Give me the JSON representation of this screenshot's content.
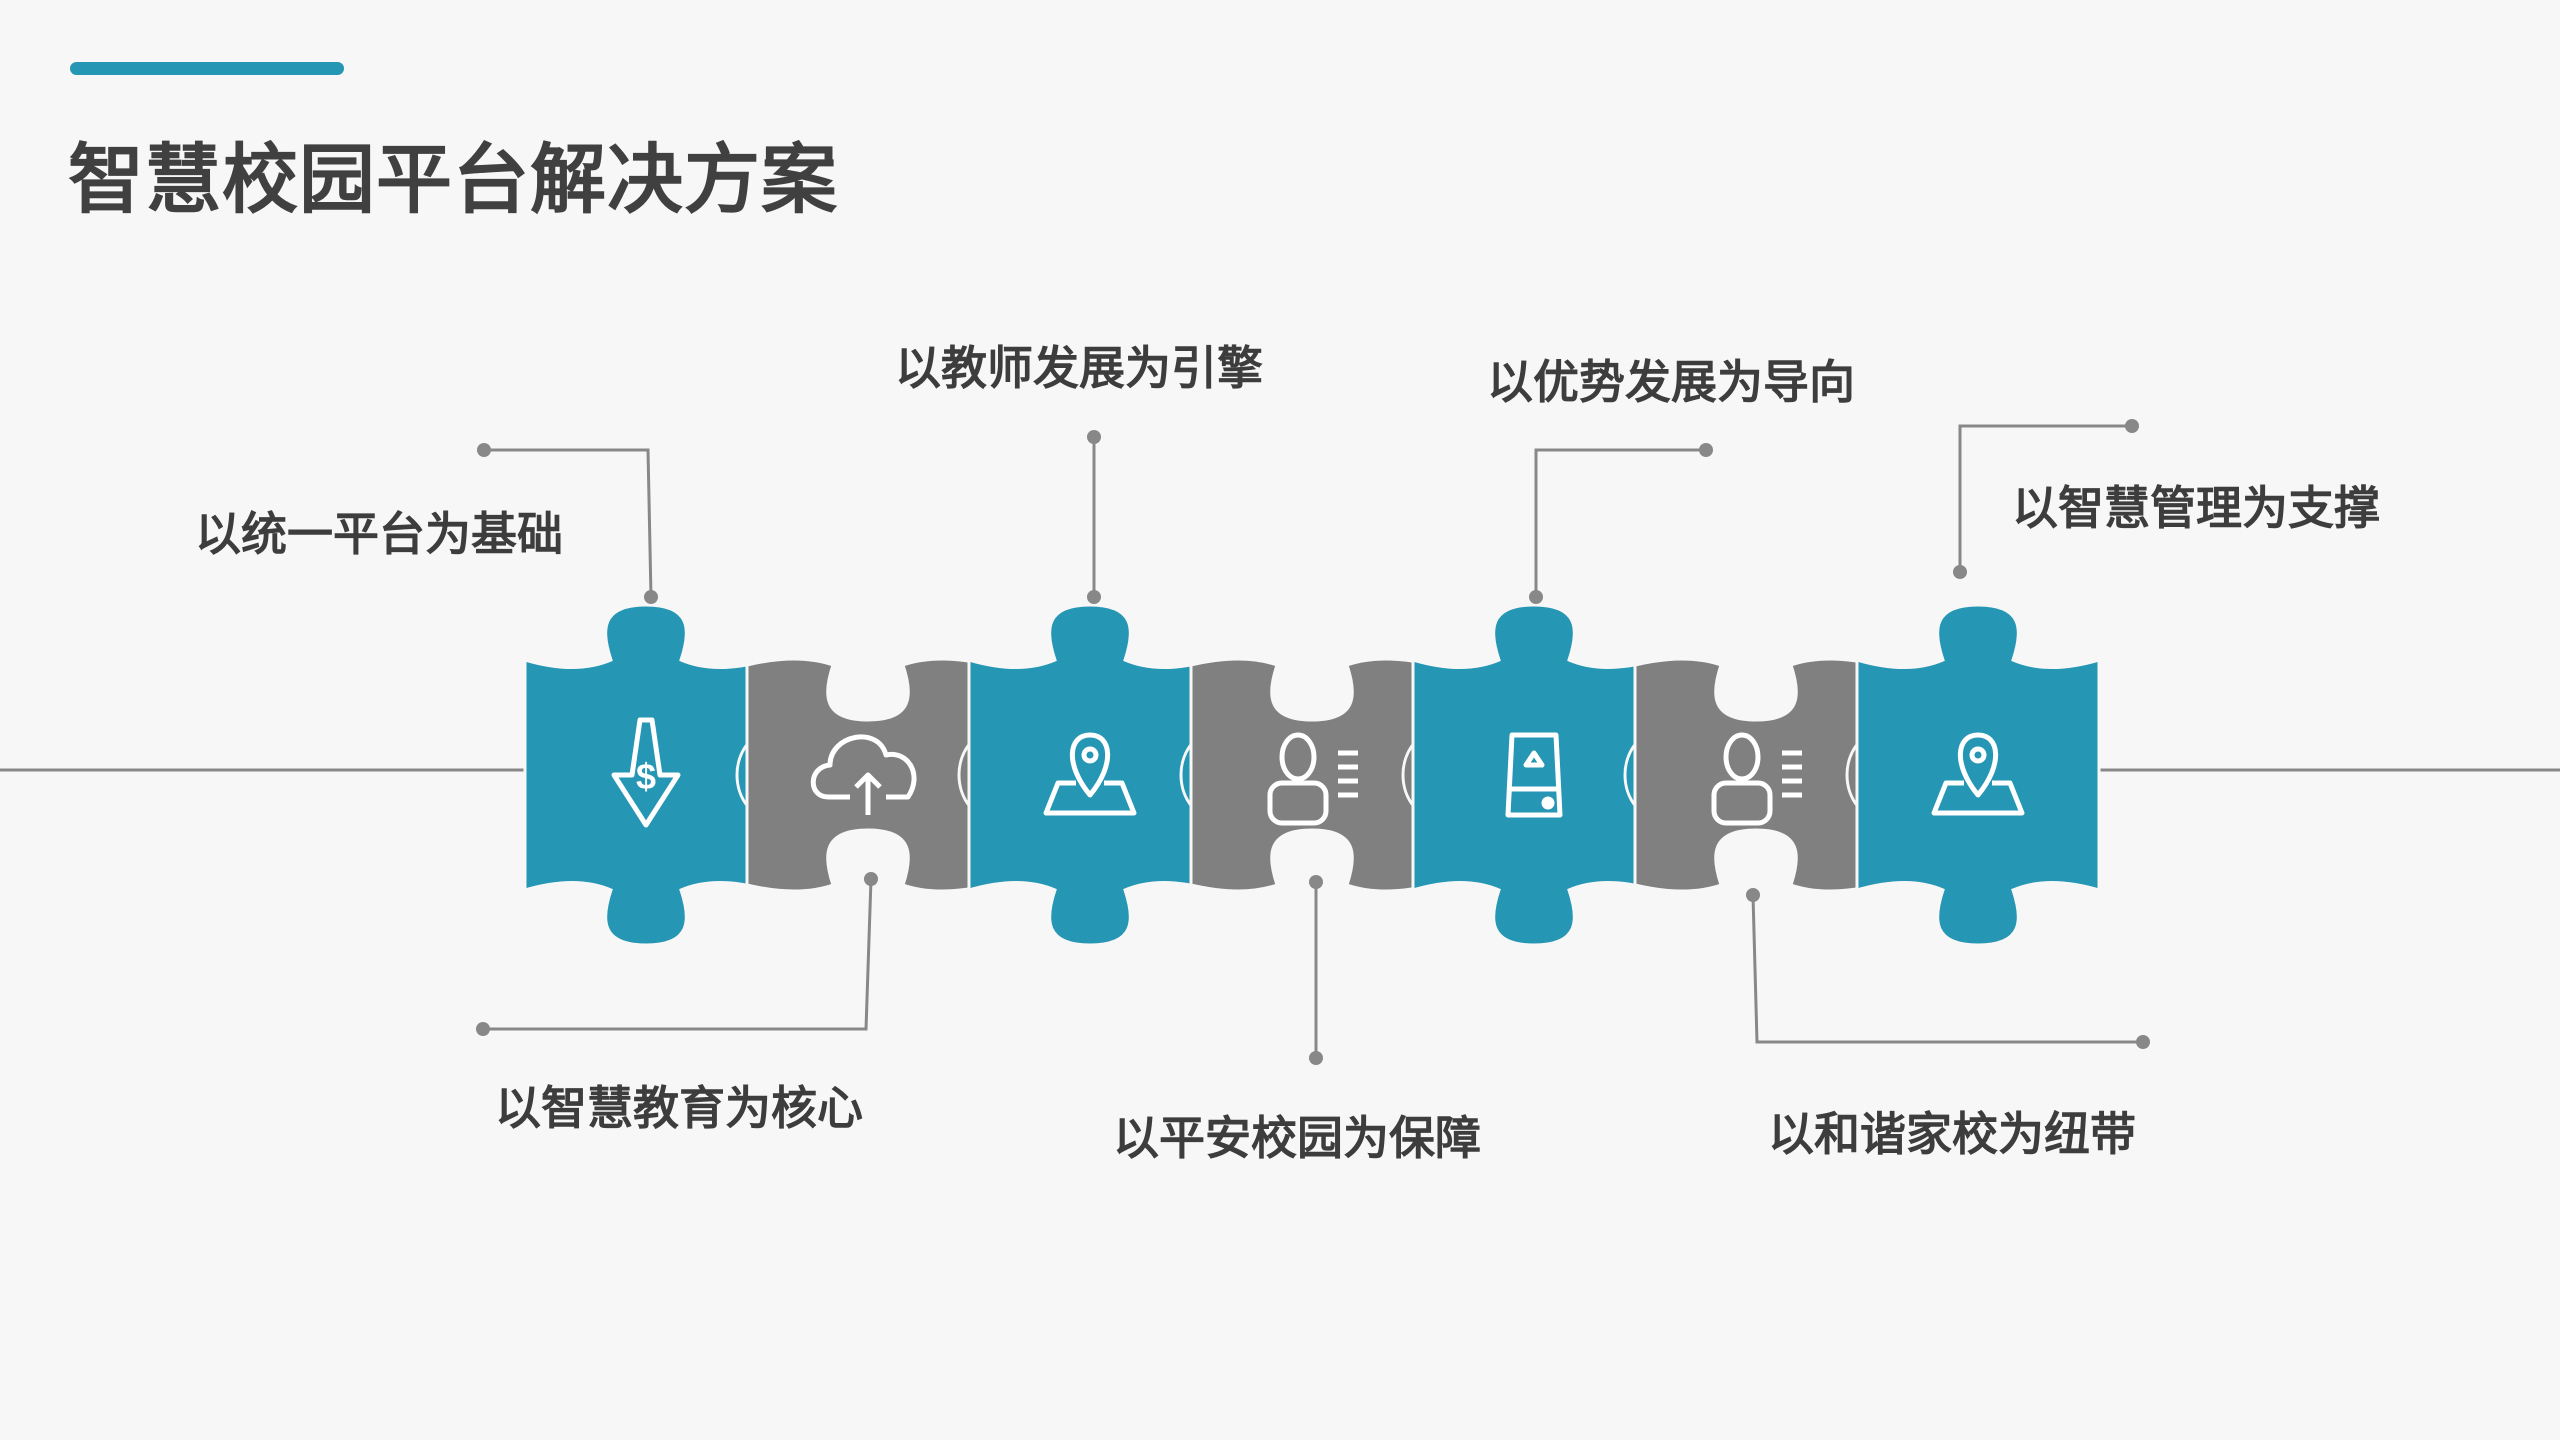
{
  "title": "智慧校园平台解决方案",
  "colors": {
    "accent": "#2596b3",
    "gray": "#808080",
    "text": "#3d3d3d",
    "connector": "#888888"
  },
  "pieces": [
    {
      "color": "teal",
      "icon": "dollar-down-arrow-icon",
      "label": "以统一平台为基础",
      "label_side": "top"
    },
    {
      "color": "gray",
      "icon": "cloud-upload-icon",
      "label": "以智慧教育为核心",
      "label_side": "bottom"
    },
    {
      "color": "teal",
      "icon": "map-pin-icon",
      "label": "以教师发展为引擎",
      "label_side": "top"
    },
    {
      "color": "gray",
      "icon": "user-list-icon",
      "label": "以平安校园为保障",
      "label_side": "bottom"
    },
    {
      "color": "teal",
      "icon": "storage-drive-icon",
      "label": "以优势发展为导向",
      "label_side": "top"
    },
    {
      "color": "gray",
      "icon": "user-list-icon",
      "label": "以和谐家校为纽带",
      "label_side": "bottom"
    },
    {
      "color": "teal",
      "icon": "map-pin-icon",
      "label": "以智慧管理为支撑",
      "label_side": "top"
    }
  ]
}
